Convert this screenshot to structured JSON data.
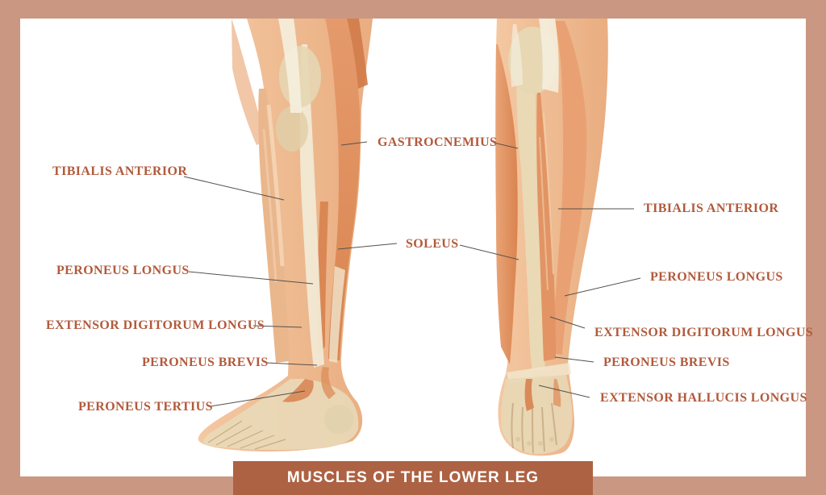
{
  "title_bar": {
    "text": "MUSCLES OF THE LOWER LEG"
  },
  "colors": {
    "frame_border": "#ca9782",
    "canvas_bg": "#ffffff",
    "title_bar_bg": "#ad6243",
    "title_text": "#ffffff",
    "label_text": "#b25a3c",
    "leader_line": "#56514b",
    "muscle_orange": "#e59a6c",
    "muscle_deep": "#d8824f",
    "bone_cream": "#e9d9b8",
    "tendon_white": "#f2e9d4"
  },
  "labels": {
    "left": [
      {
        "text": "TIBIALIS ANTERIOR"
      },
      {
        "text": "PERONEUS LONGUS"
      },
      {
        "text": "EXTENSOR DIGITORUM LONGUS"
      },
      {
        "text": "PERONEUS BREVIS"
      },
      {
        "text": "PERONEUS TERTIUS"
      }
    ],
    "center": [
      {
        "text": "GASTROCNEMIUS"
      },
      {
        "text": "SOLEUS"
      }
    ],
    "right": [
      {
        "text": "TIBIALIS ANTERIOR"
      },
      {
        "text": "PERONEUS LONGUS"
      },
      {
        "text": "EXTENSOR DIGITORUM LONGUS"
      },
      {
        "text": "PERONEUS BREVIS"
      },
      {
        "text": "EXTENSOR HALLUCIS LONGUS"
      }
    ]
  }
}
